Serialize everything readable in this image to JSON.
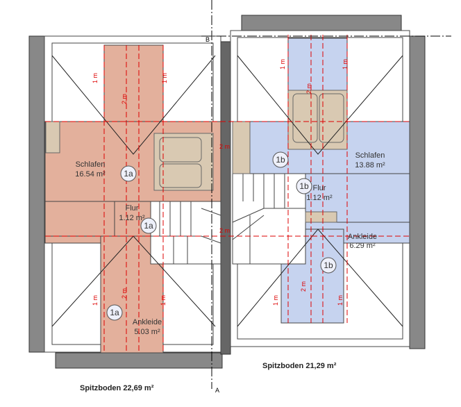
{
  "colors": {
    "unit_a": "#e3b09c",
    "unit_b": "#c6d3ef",
    "wall": "#555555",
    "dim_line": "#dd0000",
    "furniture": "#d9c9b2"
  },
  "axes": {
    "section_b": "B",
    "section_a": "A"
  },
  "unit_a": {
    "tag": "1a",
    "rooms": [
      {
        "name": "Schlafen",
        "area": "16.54 m²"
      },
      {
        "name": "Flur",
        "area": "1.12 m²"
      },
      {
        "name": "Ankleide",
        "area": "5.03 m²"
      }
    ],
    "attic": "Spitzboden  22,69 m²"
  },
  "unit_b": {
    "tag": "1b",
    "rooms": [
      {
        "name": "Schlafen",
        "area": "13.88 m²"
      },
      {
        "name": "Flur",
        "area": "1.12 m²"
      },
      {
        "name": "Ankleide",
        "area": "6.29 m²"
      }
    ],
    "attic": "Spitzboden  21,29 m²"
  },
  "dims": {
    "one": "1 m",
    "two": "2 m"
  }
}
